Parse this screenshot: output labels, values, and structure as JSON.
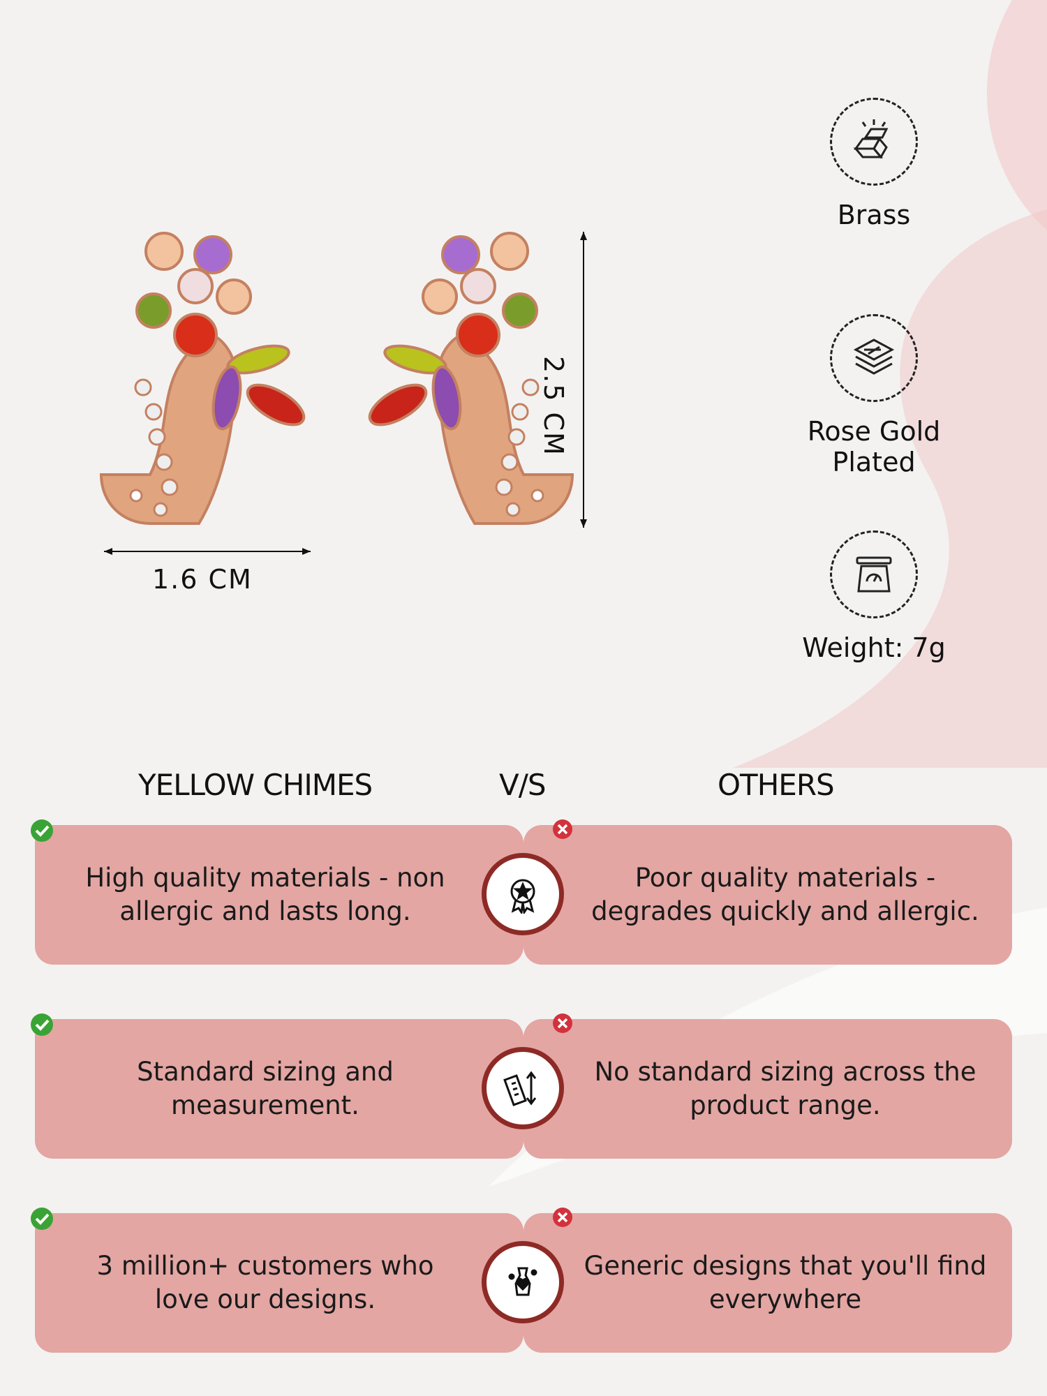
{
  "dimensions": {
    "width_label": "1.6 CM",
    "height_label": "2.5 CM"
  },
  "features": [
    {
      "icon": "gold-bars-icon",
      "label": "Brass"
    },
    {
      "icon": "layers-icon",
      "label": "Rose Gold Plated"
    },
    {
      "icon": "scale-icon",
      "label": "Weight: 7g"
    }
  ],
  "comparison": {
    "brand": "YELLOW CHIMES",
    "vs": "V/S",
    "others": "OTHERS",
    "rows": [
      {
        "icon": "quality-badge-icon",
        "ours": "High quality materials - non allergic and lasts long.",
        "theirs": "Poor quality materials - degrades quickly and allergic."
      },
      {
        "icon": "ruler-measure-icon",
        "ours": "Standard sizing and measurement.",
        "theirs": "No standard sizing across the product range."
      },
      {
        "icon": "customer-love-icon",
        "ours": "3 million+ customers who love our designs.",
        "theirs": "Generic designs that you'll find everywhere"
      }
    ]
  },
  "colors": {
    "card": "#e3a6a3",
    "badge_ring": "#8e2a26",
    "check": "#3aa335",
    "cross": "#d2323c",
    "rose_gold": "#e0a57f"
  }
}
